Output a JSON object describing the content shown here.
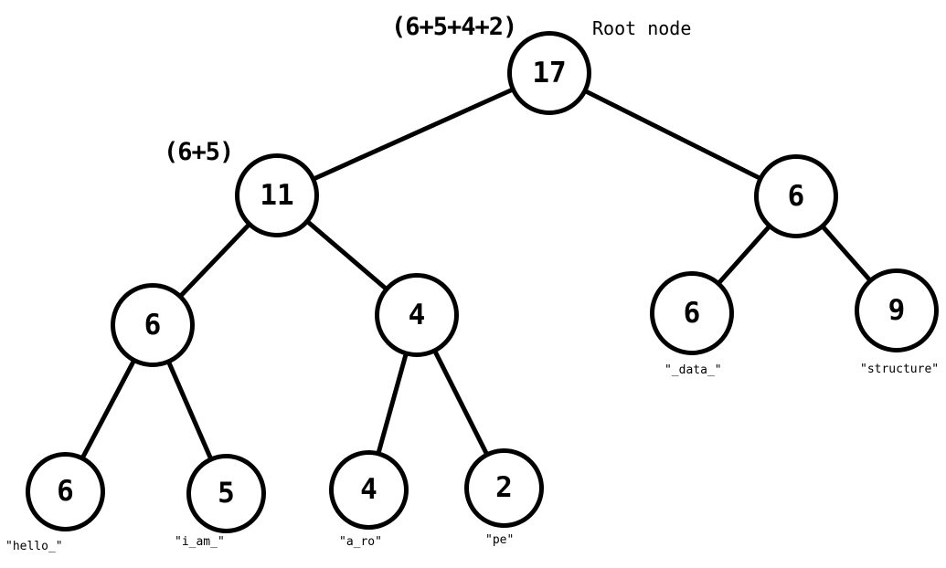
{
  "diagram": {
    "type": "binary-tree",
    "line_color": "#000000",
    "background_color": "#ffffff",
    "annotations": {
      "root_sum": "(6+5+4+2)",
      "root_caption": "Root node",
      "left_subtree_sum": "(6+5)"
    },
    "nodes": {
      "root": {
        "value": "17"
      },
      "left_child": {
        "value": "11"
      },
      "right_child": {
        "value": "6"
      },
      "left_left": {
        "value": "6"
      },
      "left_right": {
        "value": "4"
      },
      "right_left": {
        "value": "6",
        "leaf_string": "\"_data_\""
      },
      "right_right": {
        "value": "9",
        "leaf_string": "\"structure\""
      },
      "left_left_left": {
        "value": "6",
        "leaf_string": "\"hello_\""
      },
      "left_left_right": {
        "value": "5",
        "leaf_string": "\"i_am_\""
      },
      "left_right_left": {
        "value": "4",
        "leaf_string": "\"a_ro\""
      },
      "left_right_right": {
        "value": "2",
        "leaf_string": "\"pe\""
      }
    }
  }
}
